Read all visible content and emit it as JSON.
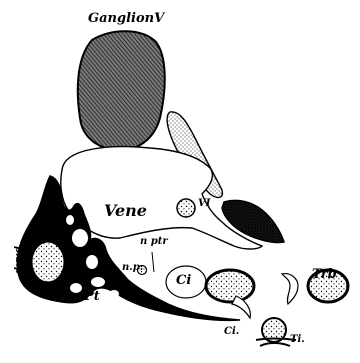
{
  "figure": {
    "labels": {
      "ganglion": "GanglionV",
      "vene": "Vene",
      "vi": "VI",
      "nptr": "n ptr",
      "np": "n.p.",
      "pdp": "p.d.p",
      "pt": "Pt",
      "ci_upper": "Ci",
      "ci_lower": "Ci.",
      "trb": "Trb",
      "ti": "Ti."
    },
    "colors": {
      "ink": "#000000",
      "paper": "#ffffff",
      "hatch": "#555555"
    }
  }
}
